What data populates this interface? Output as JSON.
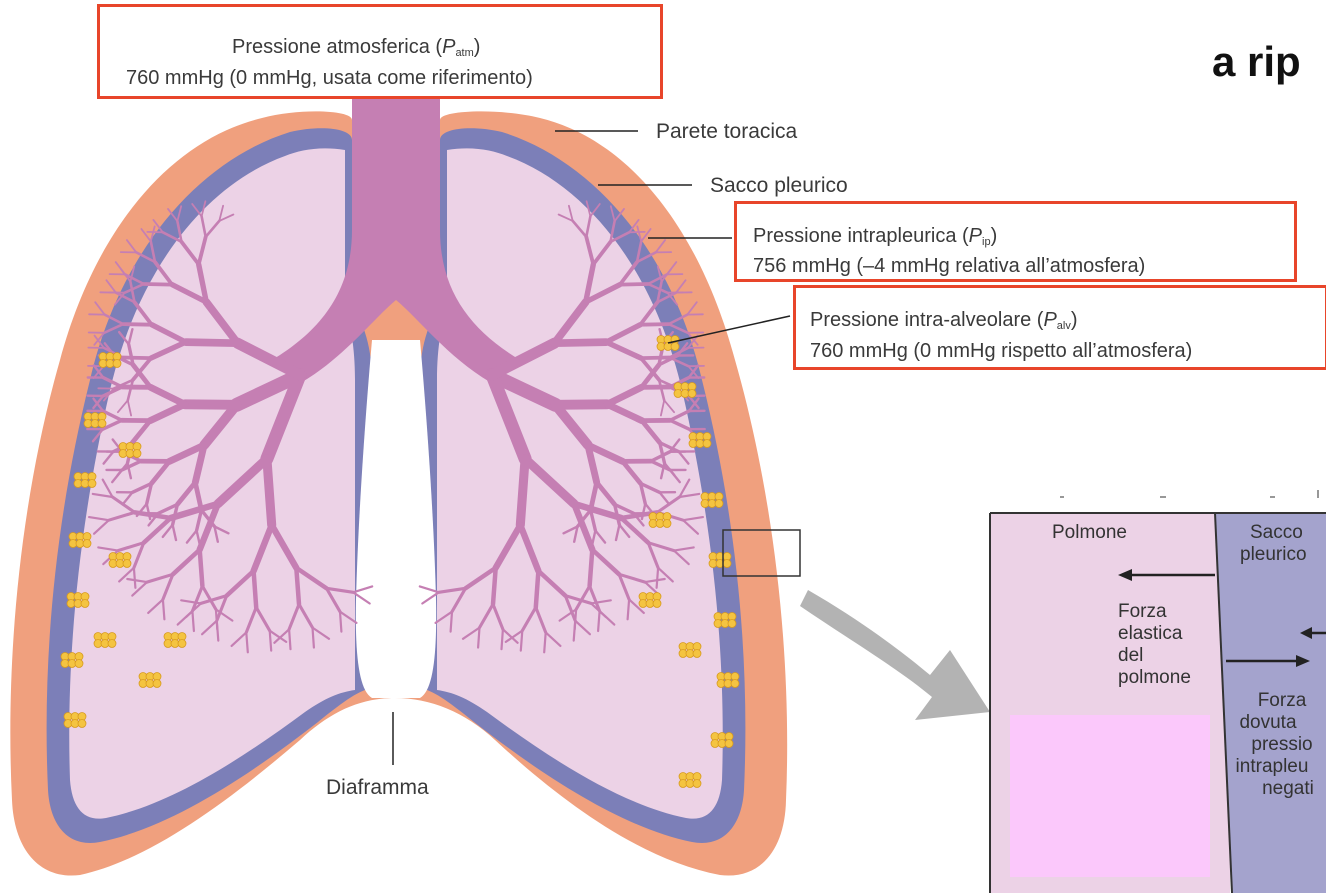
{
  "title": "a rip",
  "labels": {
    "atm_name": "Pressione atmosferica",
    "atm_symbol": "P",
    "atm_sub": "atm",
    "atm_value": "760 mmHg (0 mmHg, usata come riferimento)",
    "chest_wall": "Parete toracica",
    "pleural_sac": "Sacco pleurico",
    "ip_name": "Pressione intrapleurica",
    "ip_symbol": "P",
    "ip_sub": "ip",
    "ip_value": "756 mmHg (–4 mmHg relativa all’atmosfera)",
    "alv_name": "Pressione intra-alveolare",
    "alv_symbol": "P",
    "alv_sub": "alv",
    "alv_value": "760 mmHg (0 mmHg rispetto all’atmosfera)",
    "diaphragm": "Diaframma"
  },
  "inset": {
    "left_header": "Polmone",
    "right_header_1": "Sacco",
    "right_header_2": "pleurico",
    "left_force": [
      "Forza",
      "elastica",
      "del",
      "polmone"
    ],
    "right_force": [
      "Forza",
      "dovuta",
      "pressio",
      "intrapleu",
      "negati"
    ]
  },
  "colors": {
    "highlight_box": "#e8452a",
    "chest_wall": "#f0a07e",
    "pleura": "#7c7fb8",
    "lung_fill": "#ecd2e6",
    "airways": "#c57fb3",
    "alveoli": "#f4c441",
    "inset_lung": "#ecd2e6",
    "inset_pleura": "#a4a3cd",
    "inset_patch": "#fbc8fb",
    "arrow_grey": "#b3b3b3"
  }
}
